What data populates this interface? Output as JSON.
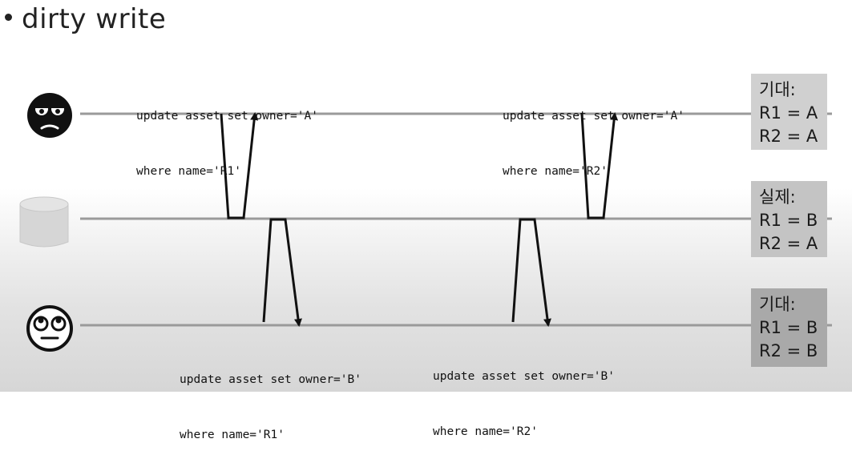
{
  "title": "dirty write",
  "actors": {
    "user_a": "frowning-face-icon",
    "database": "database-cylinder-icon",
    "user_b": "eye-roll-face-icon"
  },
  "queries": {
    "a1": {
      "line1": "update asset set owner='A'",
      "line2": "where name='R1'"
    },
    "a2": {
      "line1": "update asset set owner='A'",
      "line2": "where name='R2'"
    },
    "b1": {
      "line1": "update asset set owner='B'",
      "line2": "where name='R1'"
    },
    "b2": {
      "line1": "update asset set owner='B'",
      "line2": "where name='R2'"
    }
  },
  "boxes": {
    "expected_a": {
      "title": "기대:",
      "r1": "R1 = A",
      "r2": "R2 = A",
      "color": "#d0d0d0"
    },
    "actual": {
      "title": "실제:",
      "r1": "R1 = B",
      "r2": "R2 = A",
      "color": "#c4c4c4"
    },
    "expected_b": {
      "title": "기대:",
      "r1": "R1 = B",
      "r2": "R2 = B",
      "color": "#a9a9a9"
    }
  }
}
